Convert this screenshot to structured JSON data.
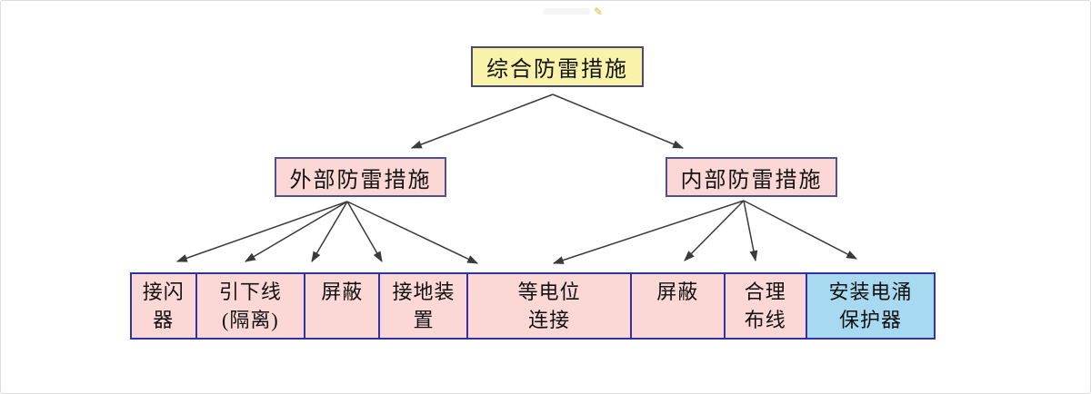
{
  "page": {
    "background_color": "#ffffff",
    "frame_border_color": "#dcdcdc"
  },
  "watermark": {
    "pencil_icon": "✎",
    "color": "#d4b62e"
  },
  "diagram": {
    "type": "tree",
    "title": "综合防雷措施",
    "colors": {
      "root_fill": "#f9f3a9",
      "node_fill": "#fbd8d6",
      "highlight_fill": "#a7d9f1",
      "root_border": "#4a4a6b",
      "branch_border": "#50508a",
      "leaf_border": "#3333a0",
      "arrow": "#3a3a3a",
      "text": "#141414"
    },
    "root": {
      "label": "综合防雷措施"
    },
    "branches": [
      {
        "label": "外部防雷措施",
        "children": [
          "接闪器",
          "引下线(隔离)",
          "屏蔽",
          "接地装置",
          "等电位连接"
        ]
      },
      {
        "label": "内部防雷措施",
        "children": [
          "等电位连接",
          "屏蔽",
          "合理布线",
          "安装电涌保护器"
        ]
      }
    ],
    "leaves": [
      {
        "label": "接闪\n器",
        "highlight": false
      },
      {
        "label": "引下线\n(隔离)",
        "highlight": false
      },
      {
        "label": "屏蔽",
        "highlight": false
      },
      {
        "label": "接地装\n置",
        "highlight": false
      },
      {
        "label": "等电位\n连接",
        "highlight": false
      },
      {
        "label": "屏蔽",
        "highlight": false
      },
      {
        "label": "合理\n布线",
        "highlight": false
      },
      {
        "label": "安装电涌\n保护器",
        "highlight": true
      }
    ]
  }
}
